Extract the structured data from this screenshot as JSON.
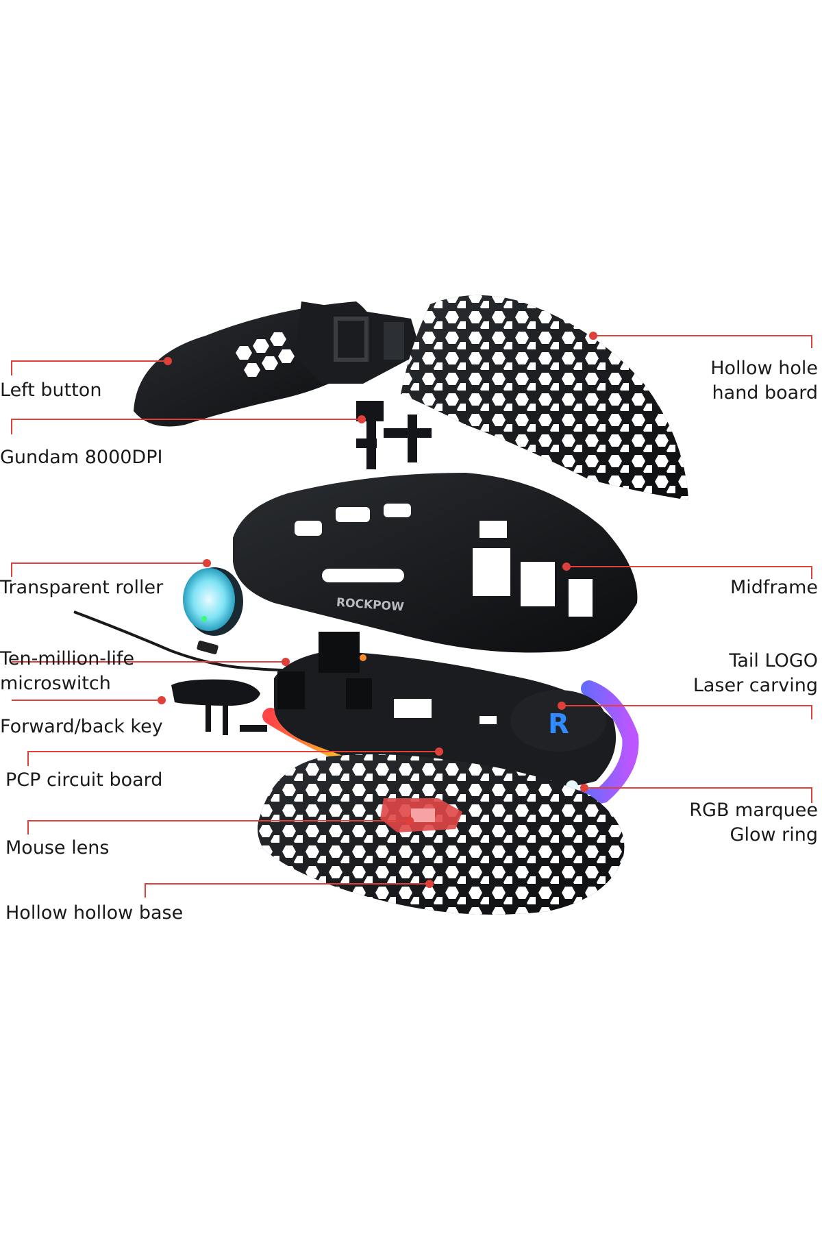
{
  "colors": {
    "leader_line": "#e0403a",
    "part_black": "#131416",
    "part_dark": "#1d1f22",
    "hole_white": "#ffffff",
    "rgb_glow": [
      "#ff3b3b",
      "#ffb01e",
      "#fff13a",
      "#41e36b",
      "#26d3e8",
      "#3a6cff",
      "#b84dff"
    ]
  },
  "logo_text": "ROCKPOW",
  "callouts": {
    "left_button": {
      "lines": [
        "Left button"
      ]
    },
    "sensor": {
      "lines": [
        "Gundam 8000DPI"
      ]
    },
    "roller": {
      "lines": [
        "Transparent roller"
      ]
    },
    "microswitch": {
      "lines": [
        "Ten-million-life",
        "microswitch"
      ]
    },
    "forward_back": {
      "lines": [
        "Forward/back key"
      ]
    },
    "pcb": {
      "lines": [
        "PCP circuit board"
      ]
    },
    "lens": {
      "lines": [
        "Mouse lens"
      ]
    },
    "base": {
      "lines": [
        "Hollow hollow base"
      ]
    },
    "hand_board": {
      "lines": [
        "Hollow hole",
        "hand board"
      ]
    },
    "midframe": {
      "lines": [
        "Midframe"
      ]
    },
    "tail_logo": {
      "lines": [
        "Tail LOGO",
        "Laser carving"
      ]
    },
    "rgb_ring": {
      "lines": [
        "RGB marquee",
        "Glow ring"
      ]
    }
  }
}
